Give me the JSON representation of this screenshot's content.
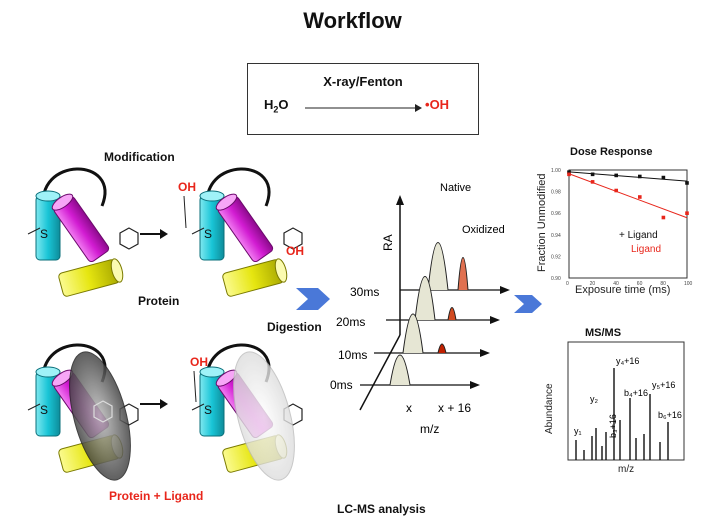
{
  "title": "Workflow",
  "reaction": {
    "condition": "X-ray/Fenton",
    "reactant": "H",
    "reactant_sub": "2",
    "reactant_tail": "O",
    "product_dot": "•",
    "product": "OH"
  },
  "protein_section": {
    "modification_label": "Modification",
    "protein_label": "Protein",
    "protein_ligand_label": "Protein + Ligand",
    "oh_label": "OH",
    "s_label": "S"
  },
  "digestion_label": "Digestion",
  "lcms": {
    "caption": "LC-MS analysis",
    "y_axis": "RA",
    "x_axis": "m/z",
    "x_ticks": [
      "x",
      "x + 16"
    ],
    "times": [
      "30ms",
      "20ms",
      "10ms",
      "0ms"
    ],
    "peak_labels": [
      "Native",
      "Oxidized"
    ]
  },
  "dose_response": {
    "title": "Dose Response",
    "ylabel": "Fraction Unmodified",
    "xlabel": "Exposure time (ms)",
    "y_ticks": [
      "1.00",
      "0.98",
      "0.96",
      "0.94",
      "0.92",
      "0.90"
    ],
    "x_ticks": [
      "0",
      "20",
      "40",
      "60",
      "80",
      "100"
    ],
    "legend": [
      "+ Ligand",
      "Ligand"
    ],
    "colors": {
      "ligand": "#111111",
      "no_ligand": "#e8261b"
    }
  },
  "msms": {
    "title": "MS/MS",
    "ylabel": "Abundance",
    "xlabel": "m/z",
    "peak_labels": [
      "y₁",
      "y₂",
      "b₃+16",
      "y₄+16",
      "b₄+16",
      "y₅+16",
      "b₆+16"
    ]
  },
  "chart_data": [
    {
      "type": "scatter",
      "title": "Dose Response",
      "xlabel": "Exposure time (ms)",
      "ylabel": "Fraction Unmodified",
      "xlim": [
        0,
        100
      ],
      "ylim": [
        0.9,
        1.0
      ],
      "series": [
        {
          "name": "+ Ligand",
          "x": [
            0,
            20,
            40,
            60,
            80,
            100
          ],
          "y": [
            0.998,
            0.996,
            0.995,
            0.994,
            0.993,
            0.988
          ]
        },
        {
          "name": "Ligand",
          "x": [
            0,
            20,
            40,
            60,
            80,
            100
          ],
          "y": [
            0.996,
            0.989,
            0.981,
            0.975,
            0.956,
            0.96
          ]
        }
      ]
    }
  ]
}
